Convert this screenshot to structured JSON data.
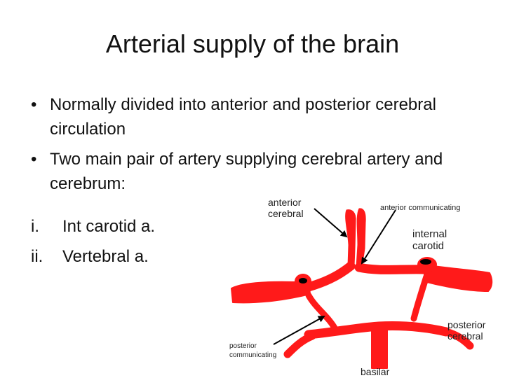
{
  "slide": {
    "title": "Arterial supply of the brain",
    "bullets": [
      "Normally divided into anterior and posterior cerebral circulation",
      "Two main pair of artery supplying cerebral artery and cerebrum:"
    ],
    "bullet_symbol": "•",
    "numbered": [
      {
        "marker": "i.",
        "text": "Int carotid a."
      },
      {
        "marker": "ii.",
        "text": "Vertebral a."
      }
    ]
  },
  "diagram": {
    "artery_color": "#ff1a1a",
    "labels": {
      "anterior_line1": "anterior",
      "anterior_line2": "cerebral",
      "anterior_communicating": "anterior communicating",
      "internal_line1": "internal",
      "internal_line2": "carotid",
      "posterior_cerebral_line1": "posterior",
      "posterior_cerebral_line2": "cerebral",
      "posterior_comm_line1": "posterior",
      "posterior_comm_line2": "communicating",
      "basilar": "basilar"
    }
  }
}
